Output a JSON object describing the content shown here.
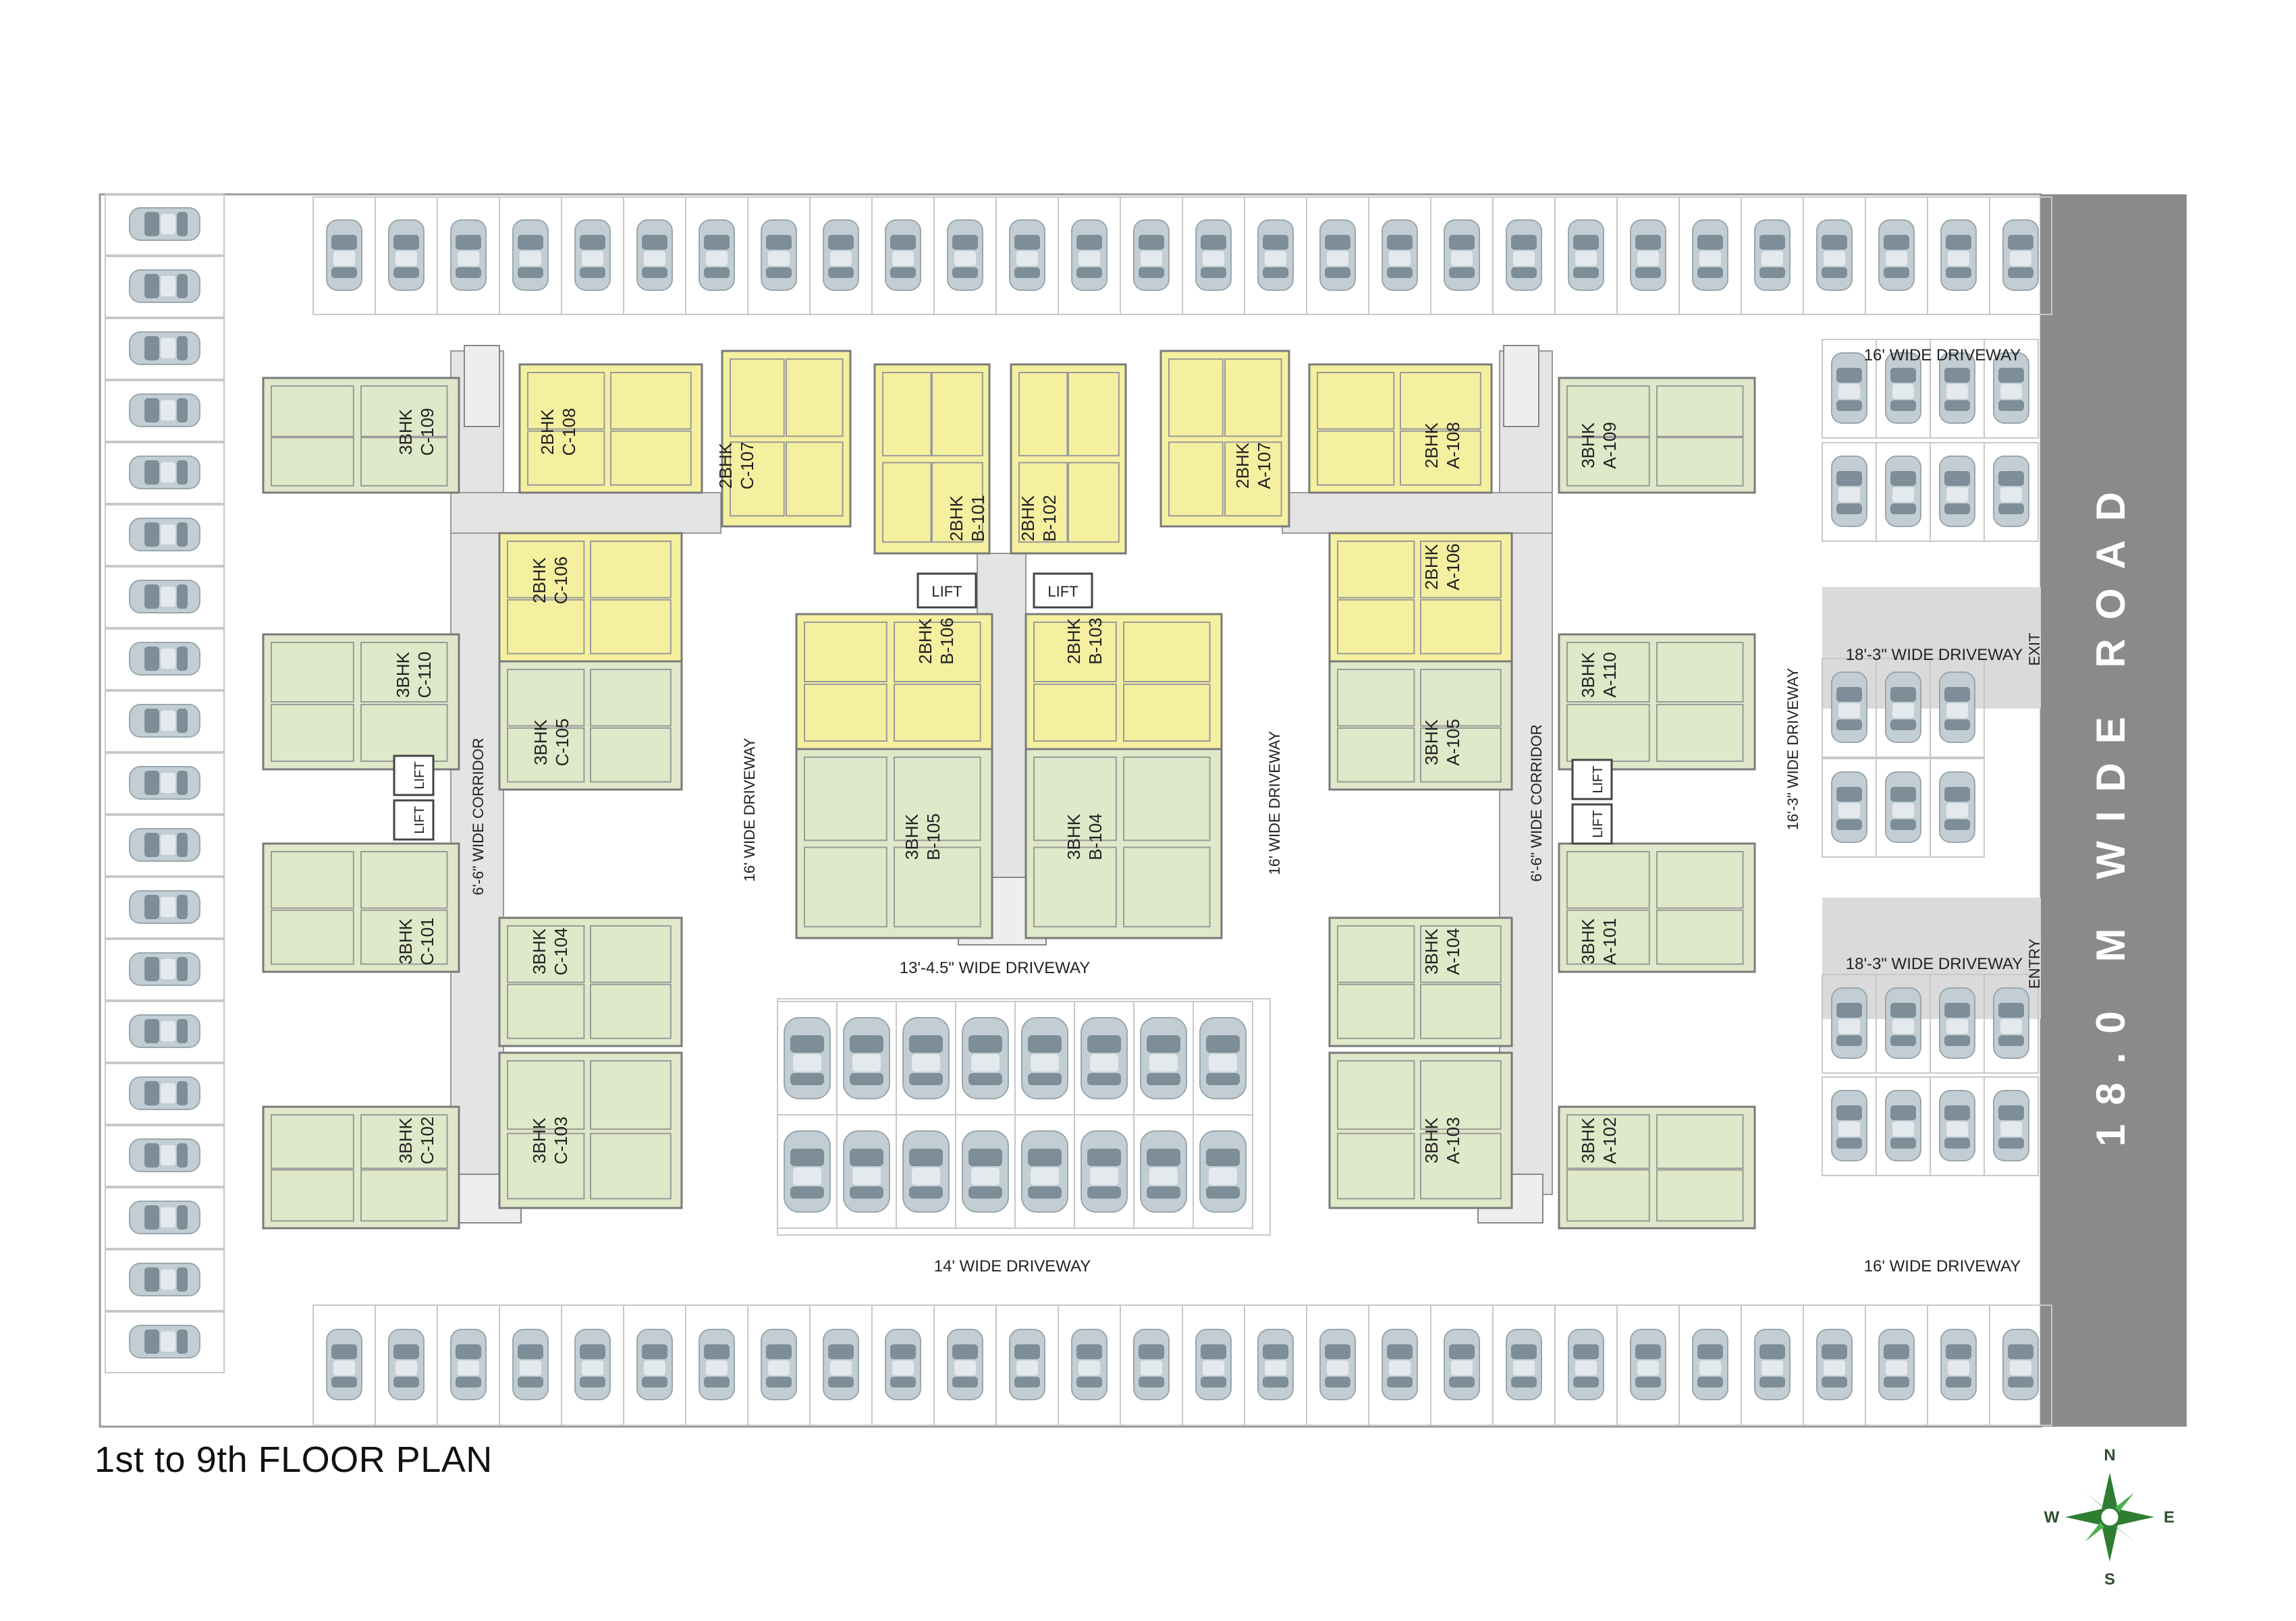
{
  "title": "1st to 9th FLOOR PLAN",
  "road": "18.0 M WIDE ROAD",
  "colors": {
    "threeBhk": "#dfe8c8",
    "twoBhk": "#f5f0a0",
    "car": "#bcc7cd",
    "road": "#8a8a8a",
    "corridor": "#e4e4e4"
  },
  "driveways": {
    "top_right": "16' WIDE DRIVEWAY",
    "exit_lane": "18'-3\" WIDE DRIVEWAY",
    "exit": "EXIT",
    "entry_lane": "18'-3\" WIDE DRIVEWAY",
    "entry": "ENTRY",
    "right_vertical": "16'-3\" WIDE DRIVEWAY",
    "left_inner": "16' WIDE DRIVEWAY",
    "right_inner": "16' WIDE DRIVEWAY",
    "center": "13'-4.5\" WIDE DRIVEWAY",
    "bottom_center": "14' WIDE DRIVEWAY",
    "bottom_right": "16' WIDE DRIVEWAY"
  },
  "corridors": {
    "left": "6'-6\" WIDE CORRIDOR",
    "right": "6'-6\" WIDE CORRIDOR"
  },
  "lift": "LIFT",
  "compass": {
    "n": "N",
    "e": "E",
    "s": "S",
    "w": "W"
  },
  "units": [
    {
      "type": "3BHK",
      "id": "C-109",
      "color": "green"
    },
    {
      "type": "2BHK",
      "id": "C-108",
      "color": "yellow"
    },
    {
      "type": "2BHK",
      "id": "C-107",
      "color": "yellow"
    },
    {
      "type": "2BHK",
      "id": "C-106",
      "color": "yellow"
    },
    {
      "type": "3BHK",
      "id": "C-110",
      "color": "green"
    },
    {
      "type": "3BHK",
      "id": "C-105",
      "color": "green"
    },
    {
      "type": "3BHK",
      "id": "C-101",
      "color": "green"
    },
    {
      "type": "3BHK",
      "id": "C-104",
      "color": "green"
    },
    {
      "type": "3BHK",
      "id": "C-102",
      "color": "green"
    },
    {
      "type": "3BHK",
      "id": "C-103",
      "color": "green"
    },
    {
      "type": "2BHK",
      "id": "B-101",
      "color": "yellow"
    },
    {
      "type": "2BHK",
      "id": "B-102",
      "color": "yellow"
    },
    {
      "type": "2BHK",
      "id": "B-106",
      "color": "yellow"
    },
    {
      "type": "2BHK",
      "id": "B-103",
      "color": "yellow"
    },
    {
      "type": "3BHK",
      "id": "B-105",
      "color": "green"
    },
    {
      "type": "3BHK",
      "id": "B-104",
      "color": "green"
    },
    {
      "type": "2BHK",
      "id": "A-107",
      "color": "yellow"
    },
    {
      "type": "2BHK",
      "id": "A-108",
      "color": "yellow"
    },
    {
      "type": "3BHK",
      "id": "A-109",
      "color": "green"
    },
    {
      "type": "2BHK",
      "id": "A-106",
      "color": "yellow"
    },
    {
      "type": "3BHK",
      "id": "A-110",
      "color": "green"
    },
    {
      "type": "3BHK",
      "id": "A-105",
      "color": "green"
    },
    {
      "type": "3BHK",
      "id": "A-104",
      "color": "green"
    },
    {
      "type": "3BHK",
      "id": "A-101",
      "color": "green"
    },
    {
      "type": "3BHK",
      "id": "A-103",
      "color": "green"
    },
    {
      "type": "3BHK",
      "id": "A-102",
      "color": "green"
    }
  ]
}
